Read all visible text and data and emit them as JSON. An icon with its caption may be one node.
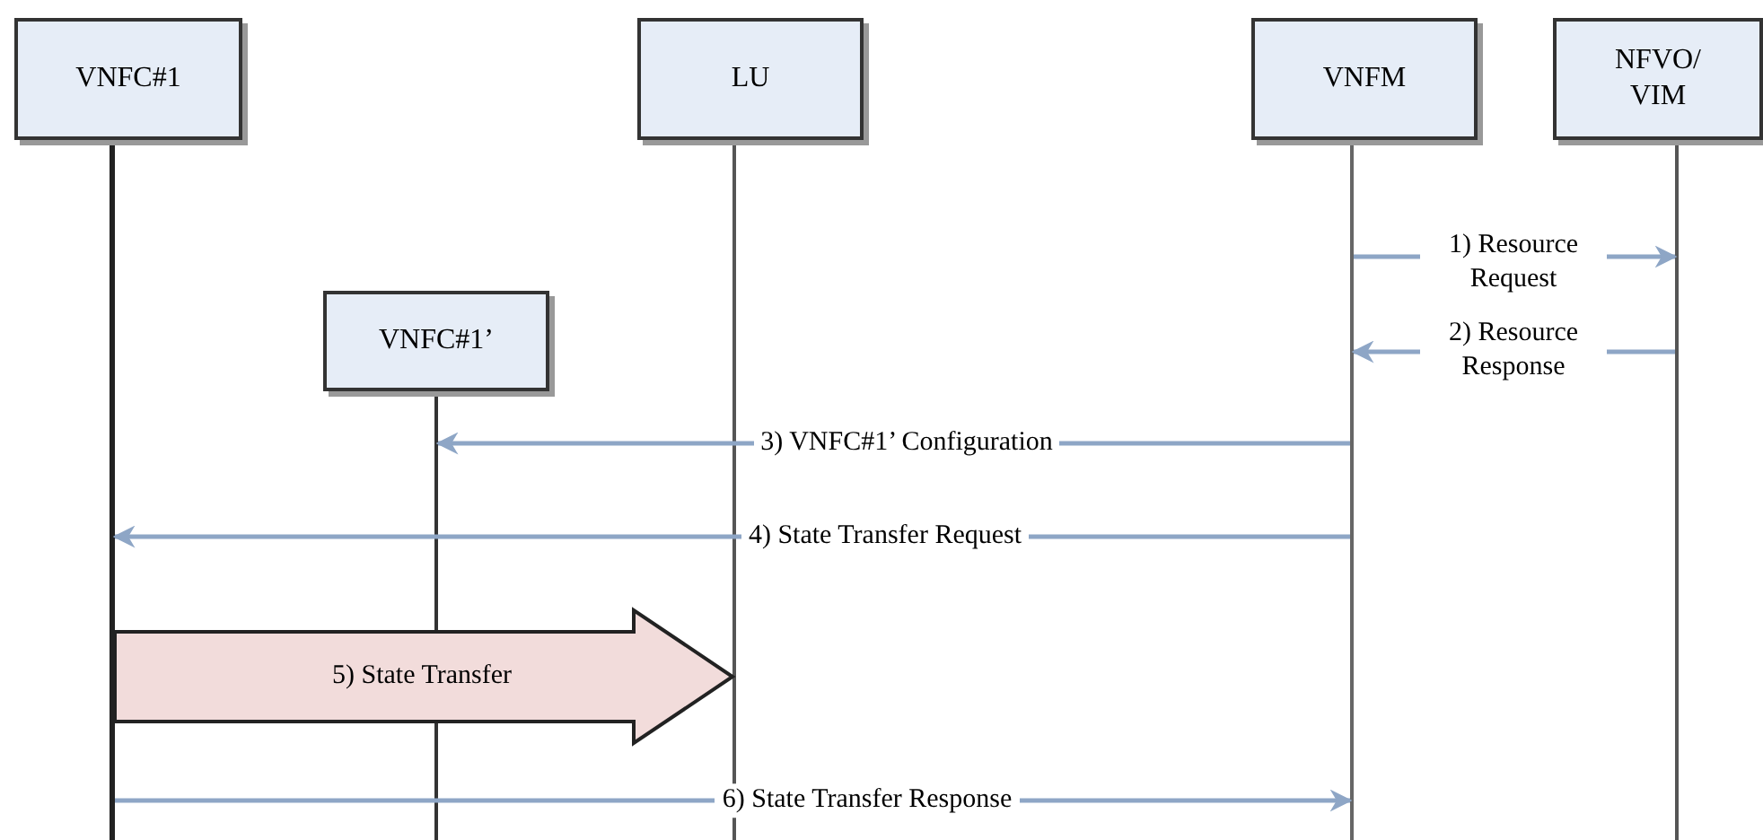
{
  "diagram": {
    "nodes": [
      {
        "text": [
          "VNFC#1"
        ]
      },
      {
        "text": [
          "LU"
        ]
      },
      {
        "text": [
          "VNFM"
        ]
      },
      {
        "text": [
          "NFVO/ VIM"
        ]
      },
      {
        "text": [
          "VNFC#1’"
        ]
      },
      {
        "text": [],
        "shape": "bar"
      },
      {
        "text": [],
        "shape": "bar"
      },
      {
        "text": [],
        "shape": "bar"
      },
      {
        "text": [],
        "shape": "bar"
      },
      {
        "text": [],
        "shape": "bar"
      }
    ],
    "edges": [
      {
        "from": 8,
        "to": 9,
        "arrow": "to",
        "label": "1) Resource Request"
      },
      {
        "from": 9,
        "to": 8,
        "arrow": "to",
        "label": "2) Resource Response"
      },
      {
        "from": 8,
        "to": 6,
        "arrow": "to",
        "label": "3) VNFC#1’ Configuration"
      },
      {
        "from": 8,
        "to": 5,
        "arrow": "to",
        "label": "4) State Transfer Request"
      },
      {
        "from": 5,
        "to": 7,
        "arrow": "to",
        "label": "5) State Transfer",
        "style": "thick",
        "color": "#f2dcdb"
      },
      {
        "from": 5,
        "to": 8,
        "arrow": "to",
        "label": "6) State Transfer Response"
      }
    ]
  }
}
